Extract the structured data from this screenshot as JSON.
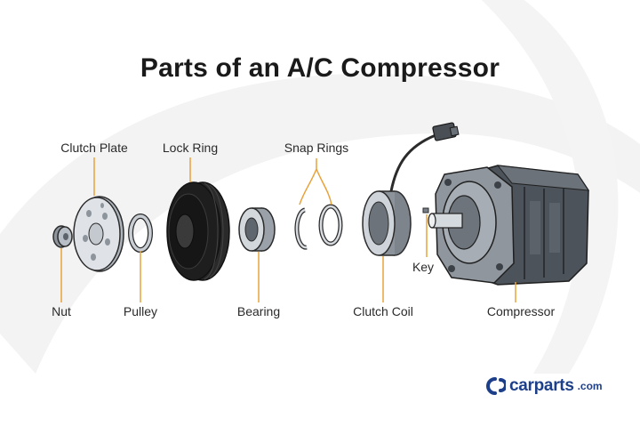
{
  "title": "Parts of an A/C Compressor",
  "labels": {
    "clutch_plate": "Clutch Plate",
    "lock_ring": "Lock Ring",
    "snap_rings": "Snap Rings",
    "nut": "Nut",
    "pulley": "Pulley",
    "bearing": "Bearing",
    "clutch_coil": "Clutch Coil",
    "key": "Key",
    "compressor": "Compressor"
  },
  "brand": {
    "name": "carparts",
    "tld": ".com"
  },
  "colors": {
    "leader": "#e8a23a",
    "outline": "#2b2b2b",
    "metal_light": "#d9dde2",
    "metal_mid": "#9aa1a9",
    "rubber": "#1e1e1e",
    "brand": "#1d3f8a"
  }
}
